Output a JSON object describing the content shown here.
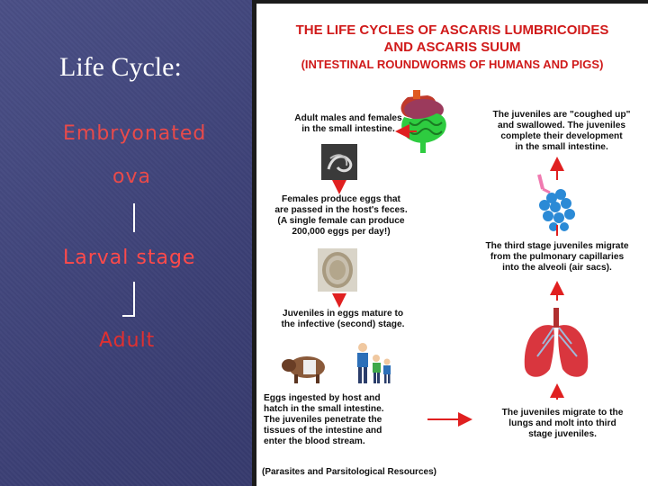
{
  "slide": {
    "title": "Life Cycle:",
    "stages": [
      "Embryonated",
      "ova",
      "Larval stage",
      "Adult"
    ]
  },
  "diagram": {
    "title_line1": "THE LIFE CYCLES OF ASCARIS LUMBRICOIDES",
    "title_line2": "AND ASCARIS SUUM",
    "title_line3": "(INTESTINAL ROUNDWORMS OF HUMANS AND PIGS)",
    "step_adults": [
      "Adult males and females",
      "in the small intestine."
    ],
    "step_eggs_feces": [
      "Females produce eggs that",
      "are passed in the host's feces.",
      "(A single female can produce",
      "200,000 eggs per day!)"
    ],
    "step_mature": [
      "Juveniles in eggs mature to",
      "the infective (second) stage."
    ],
    "step_ingested": [
      "Eggs ingested by host and",
      "hatch in the small intestine.",
      "The juveniles penetrate the",
      "tissues of the intestine and",
      "enter the blood stream."
    ],
    "step_migrate_lungs": [
      "The juveniles migrate to the",
      "lungs and molt into third",
      "stage juveniles."
    ],
    "step_third_stage": [
      "The third stage juveniles migrate",
      "from the pulmonary capillaries",
      "into the alveoli (air sacs)."
    ],
    "step_coughed": [
      "The juveniles are \"coughed up\"",
      "and swallowed. The juveniles",
      "complete their development",
      "in the small intestine."
    ],
    "credit": "(Parasites and Parsitological Resources)"
  },
  "colors": {
    "accent_red": "#d01a1a",
    "arrow_red": "#e02020",
    "slide_bg": "#3b3f74"
  }
}
